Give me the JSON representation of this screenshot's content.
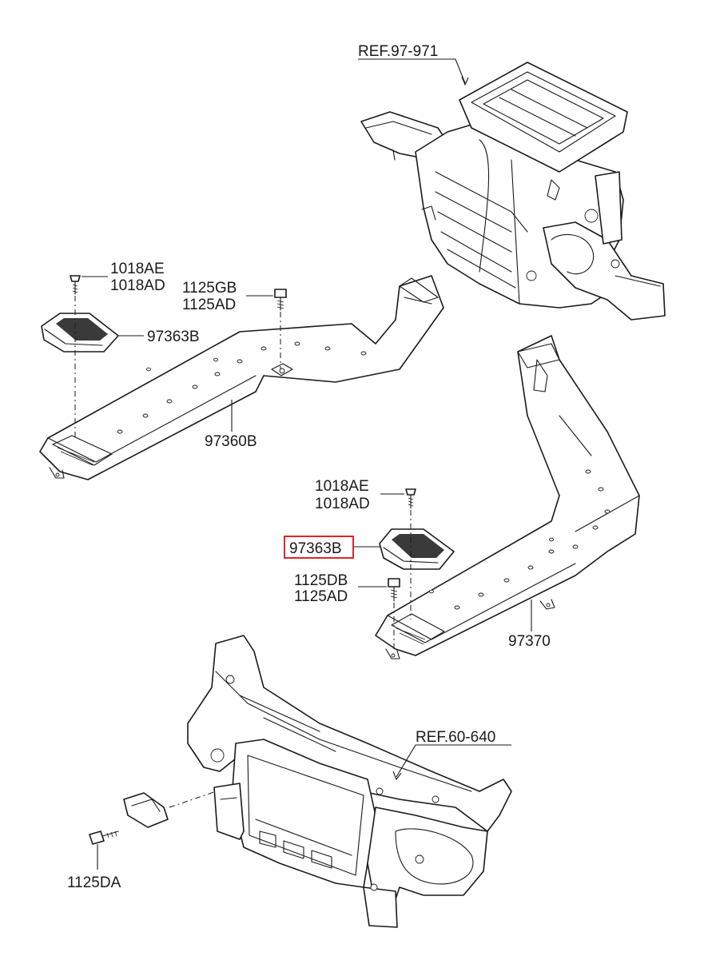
{
  "labels": {
    "ref_hvac": "REF.97-971",
    "ref_carrier": "REF.60-640",
    "screw_upper_a": "1018AE",
    "screw_upper_b": "1018AD",
    "screw_lower_a": "1018AE",
    "screw_lower_b": "1018AD",
    "bolt_upper_a": "1125GB",
    "bolt_upper_b": "1125AD",
    "bolt_lower_a": "1125DB",
    "bolt_lower_b": "1125AD",
    "vent_left": "97363B",
    "vent_right": "97363B",
    "duct_left": "97360B",
    "duct_right": "97370",
    "bolt_carrier": "1125DA"
  },
  "colors": {
    "line": "#1a1a1a",
    "highlight": "#e0242b",
    "background": "#ffffff"
  },
  "highlighted_part": "97363B"
}
